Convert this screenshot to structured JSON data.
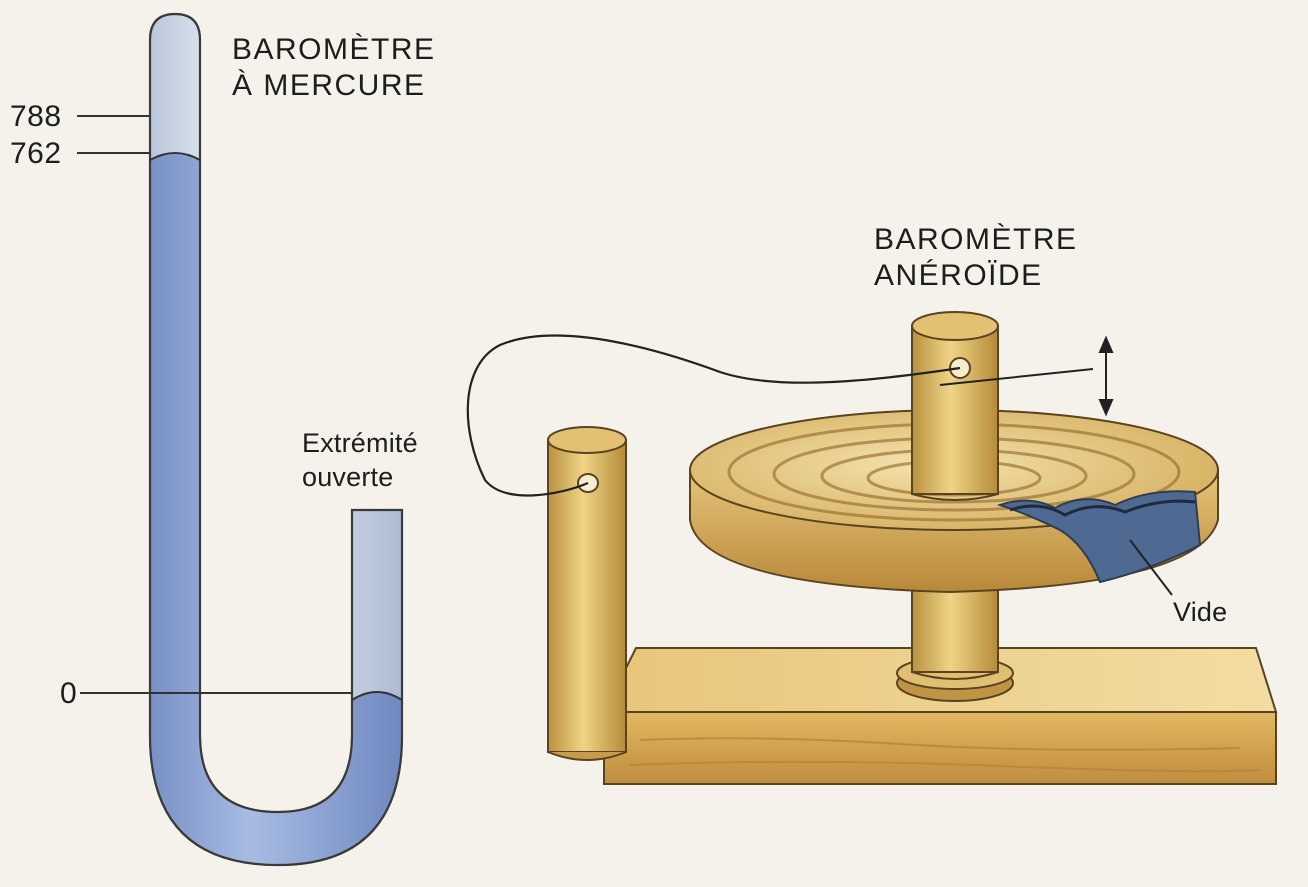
{
  "mercury_barometer": {
    "title_line1": "BAROMÈTRE",
    "title_line2": "À MERCURE",
    "scale": [
      "788",
      "762",
      "0"
    ],
    "open_end_line1": "Extrémité",
    "open_end_line2": "ouverte"
  },
  "aneroid_barometer": {
    "title_line1": "BAROMÈTRE",
    "title_line2": "ANÉROÏDE",
    "vacuum_label": "Vide"
  },
  "colors": {
    "mercury": "#8aa2d2",
    "glass": "#dbe3ef",
    "wood": "#d8b45e",
    "wood_dark": "#a57a33",
    "capsule": "#e6cf8c",
    "vacuum": "#4e6a92"
  }
}
